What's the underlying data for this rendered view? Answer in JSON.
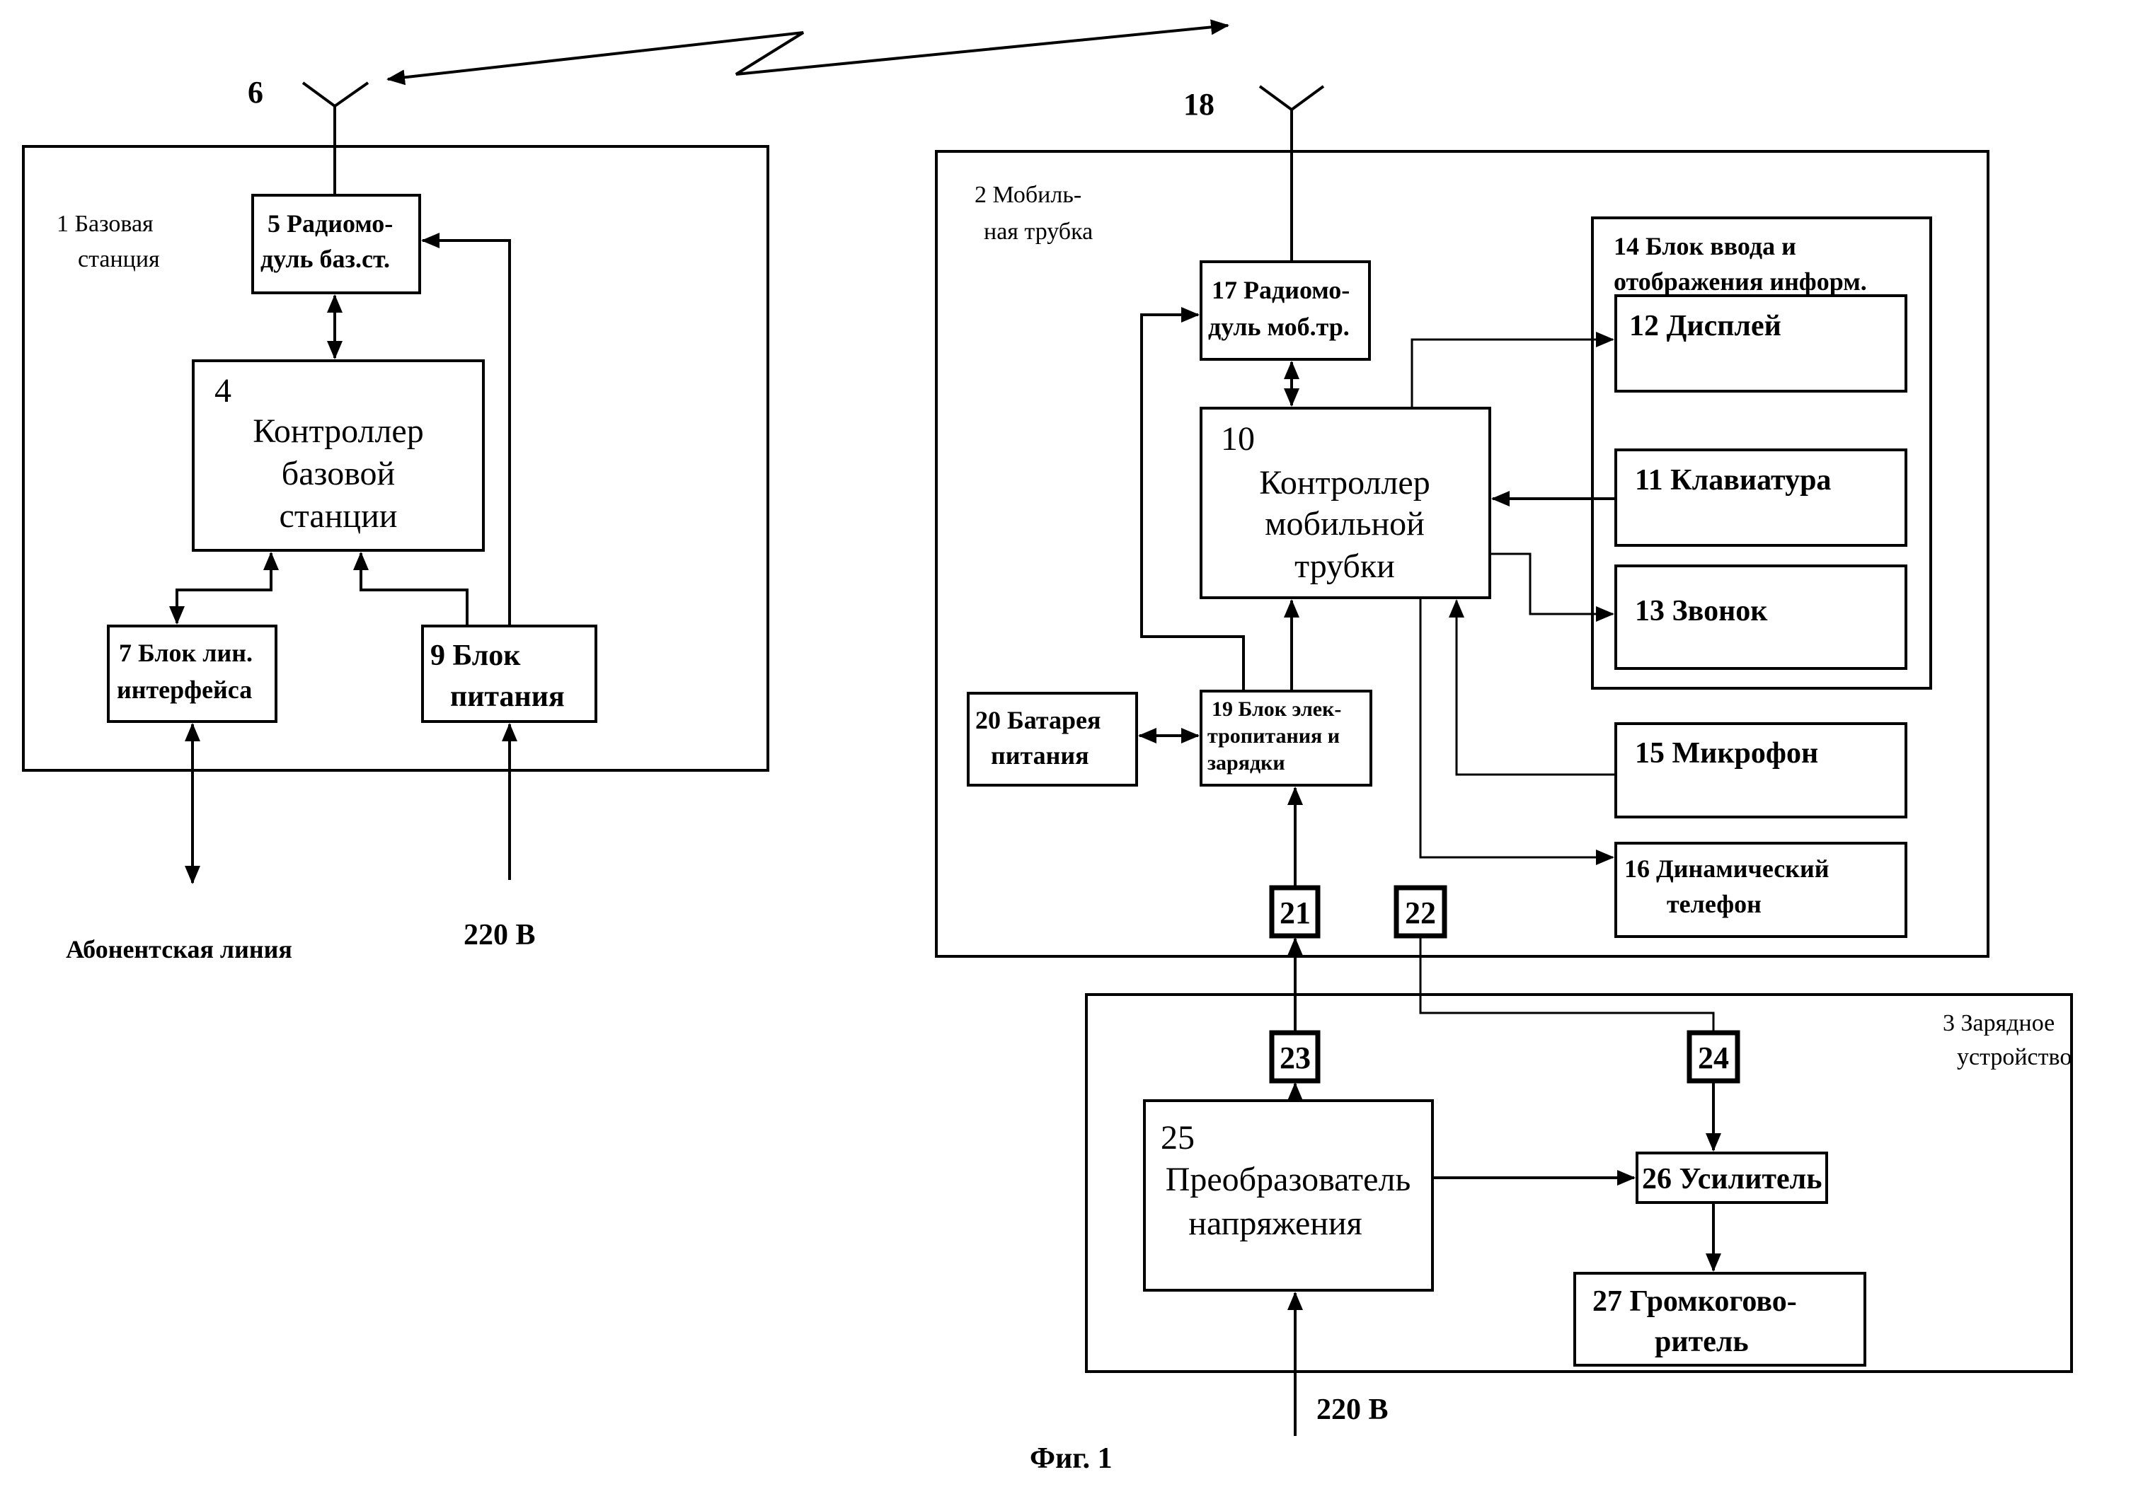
{
  "antennas": {
    "base_number": "6",
    "handset_number": "18"
  },
  "base_station": {
    "title_line1": "1 Базовая",
    "title_line2": "станция",
    "radio": {
      "line1": "5  Радиомо-",
      "line2": "дуль баз.ст."
    },
    "controller": {
      "number": "4",
      "line1": "Контроллер",
      "line2": "базовой",
      "line3": "станции"
    },
    "line_interface": {
      "line1": "7 Блок лин.",
      "line2": "интерфейса"
    },
    "power": {
      "line1": "9 Блок",
      "line2": "питания"
    },
    "subscriber_line": "Абонентская линия",
    "mains": "220 В"
  },
  "handset": {
    "title_line1": "2 Мобиль-",
    "title_line2": "ная трубка",
    "radio": {
      "line1": "17 Радиомо-",
      "line2": "дуль моб.тр."
    },
    "controller": {
      "number": "10",
      "line1": "Контроллер",
      "line2": "мобильной",
      "line3": "трубки"
    },
    "io_block": {
      "line1": "14 Блок ввода и",
      "line2": "отображения информ."
    },
    "display": "12 Дисплей",
    "keyboard": "11 Клавиатура",
    "ringer": "13 Звонок",
    "microphone": "15 Микрофон",
    "speaker": {
      "line1": "16 Динамический",
      "line2": "телефон"
    },
    "battery": {
      "line1": "20 Батарея",
      "line2": "питания"
    },
    "power_unit": {
      "line1": "19  Блок элек-",
      "line2": "тропитания и",
      "line3": "зарядки"
    },
    "contact_21": "21",
    "contact_22": "22"
  },
  "charger": {
    "title_line1": "3 Зарядное",
    "title_line2": "устройство",
    "contact_23": "23",
    "contact_24": "24",
    "converter": {
      "number": "25",
      "line1": "Преобразователь",
      "line2": "напряжения"
    },
    "amplifier": "26 Усилитель",
    "loudspeaker": {
      "line1": "27 Громкогово-",
      "line2": "ритель"
    },
    "mains": "220 В"
  },
  "caption": "Фиг. 1"
}
